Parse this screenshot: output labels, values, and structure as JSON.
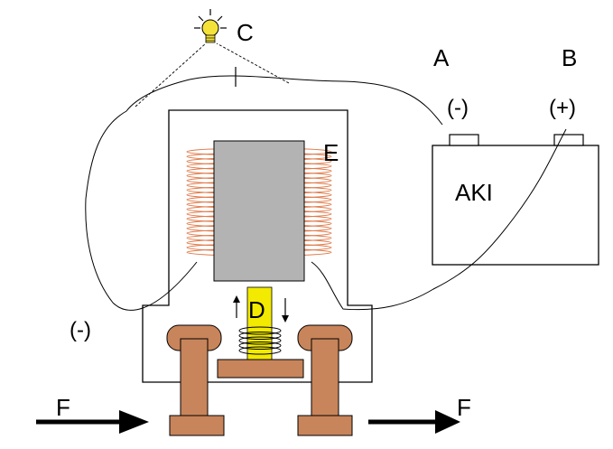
{
  "labels": {
    "a": "A",
    "b": "B",
    "c": "C",
    "d": "D",
    "e": "E",
    "f_left": "F",
    "f_right": "F",
    "minus_battery": "(-)",
    "plus_battery": "(+)",
    "minus_left": "(-)",
    "battery": "AKI"
  },
  "colors": {
    "coil": "#e07a4a",
    "core": "#b3b3b3",
    "plunger": "#f2ea00",
    "contact": "#c8845a",
    "bulb": "#f4e23a",
    "line": "#000000"
  },
  "icons": {
    "bulb": "lightbulb-icon",
    "arrow_up": "arrow-up-icon",
    "arrow_down": "arrow-down-icon",
    "arrow_right": "arrow-right-icon"
  }
}
